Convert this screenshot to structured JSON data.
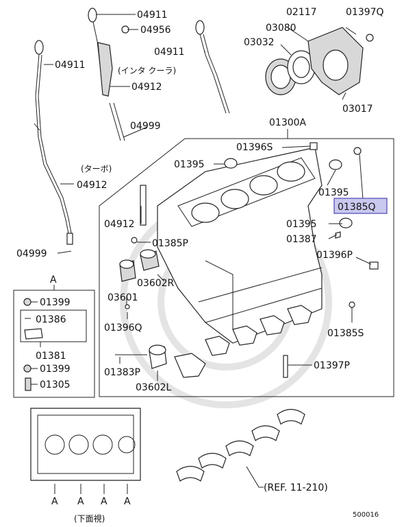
{
  "callouts": {
    "p04911a": "04911",
    "p04956": "04956",
    "p04911b": "04911",
    "p04911c": "04911",
    "p02117": "02117",
    "p01397q": "01397Q",
    "p03080": "03080",
    "p03032": "03032",
    "p03017": "03017",
    "p04912a": "04912",
    "p04999a": "04999",
    "p01300a": "01300A",
    "p01396s": "01396S",
    "p01395a": "01395",
    "p01395b": "01395",
    "p01385q": "01385Q",
    "p04912b": "04912",
    "p04912c": "04912",
    "p01385p": "01385P",
    "p01395c": "01395",
    "p01387": "01387",
    "p04999b": "04999",
    "p01396p": "01396P",
    "p03602r": "03602R",
    "p03601": "03601",
    "p01396q": "01396Q",
    "p01385s": "01385S",
    "p01383p": "01383P",
    "p03602l": "03602L",
    "p01397p": "01397P",
    "p01399a": "01399",
    "p01386": "01386",
    "p01381": "01381",
    "p01399b": "01399",
    "p01305": "01305"
  },
  "notes": {
    "intercooler": "(インタ クーラ)",
    "turbo": "(ターボ)",
    "bottom_view": "(下面視)",
    "ref": "(REF. 11-210)",
    "diagram_id": "500016"
  },
  "detail_box": {
    "label": "A"
  },
  "bottom_markers": [
    "A",
    "A",
    "A",
    "A"
  ],
  "highlight_color": "#c9c8ee"
}
